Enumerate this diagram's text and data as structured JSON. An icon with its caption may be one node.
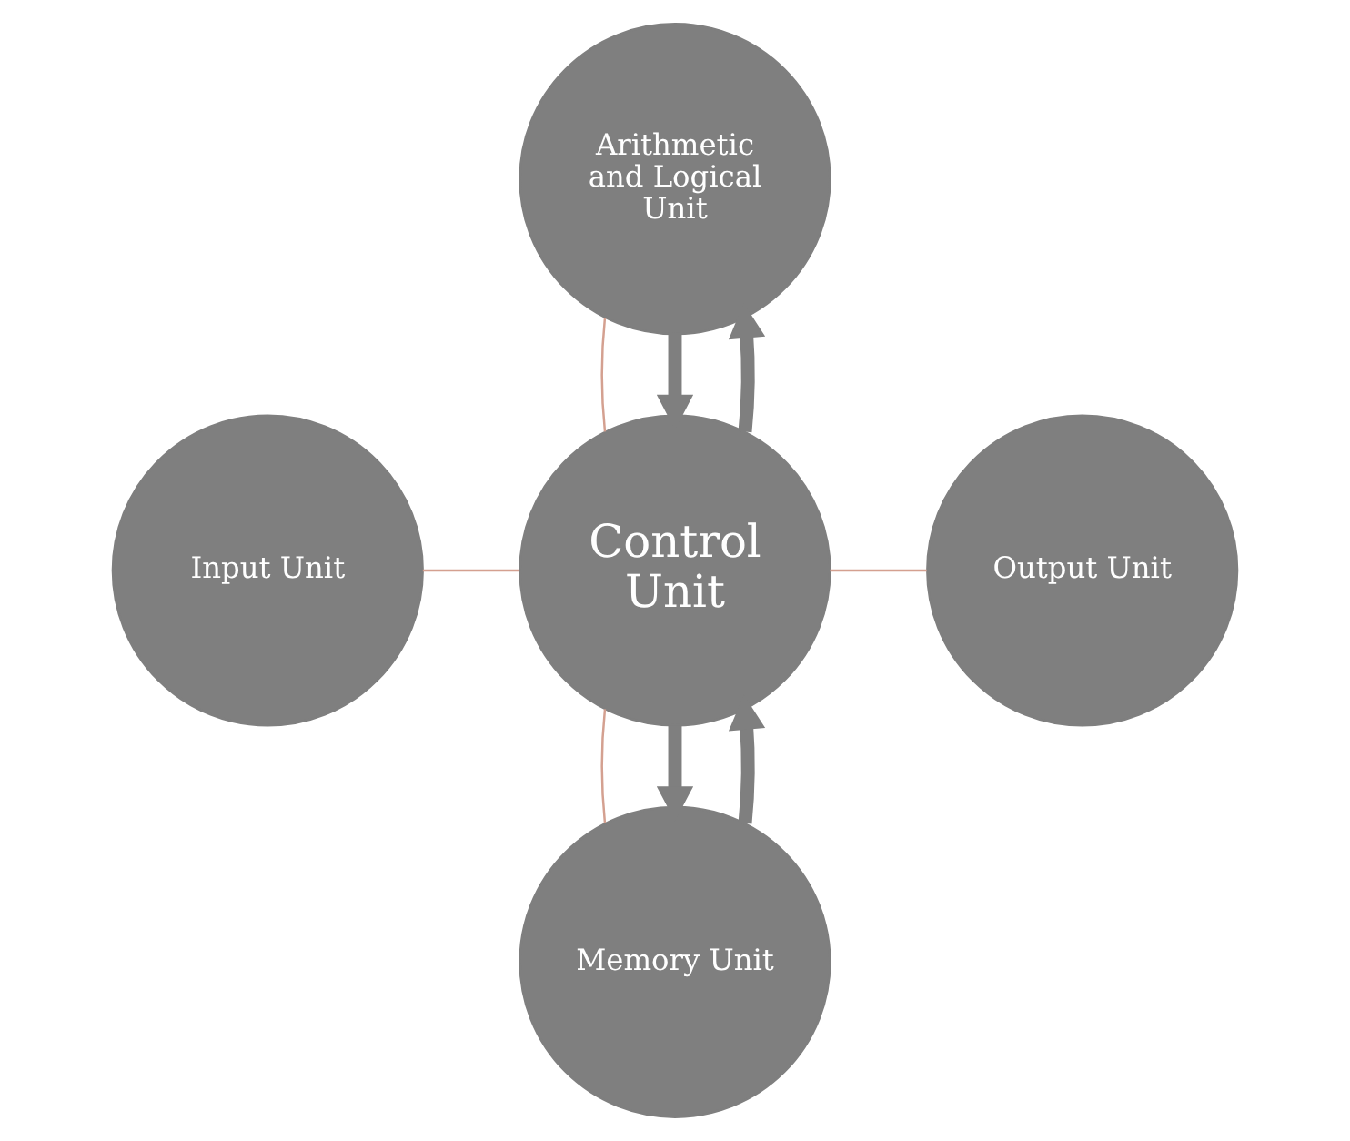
{
  "diagram": {
    "nodes": [
      {
        "text": [
          "Arithmetic and Logical Unit"
        ]
      },
      {
        "text": [
          "Input Unit"
        ]
      },
      {
        "text": [
          "Control Unit"
        ]
      },
      {
        "text": [
          "Output Unit"
        ]
      },
      {
        "text": [
          "Memory Unit"
        ]
      }
    ],
    "edges": [
      {
        "from": 0,
        "to": 2,
        "arrow": "none"
      },
      {
        "from": 1,
        "to": 2,
        "arrow": "none"
      },
      {
        "from": 2,
        "to": 3,
        "arrow": "none"
      },
      {
        "from": 2,
        "to": 4,
        "arrow": "none"
      },
      {
        "from": 0,
        "to": 2,
        "arrow": "to",
        "style": "thick",
        "color": "#7f7f7f"
      },
      {
        "from": 2,
        "to": 0,
        "arrow": "to",
        "style": "thick",
        "color": "#7f7f7f"
      },
      {
        "from": 2,
        "to": 4,
        "arrow": "to",
        "style": "thick",
        "color": "#7f7f7f"
      },
      {
        "from": 4,
        "to": 2,
        "arrow": "to",
        "style": "thick",
        "color": "#7f7f7f"
      }
    ]
  }
}
